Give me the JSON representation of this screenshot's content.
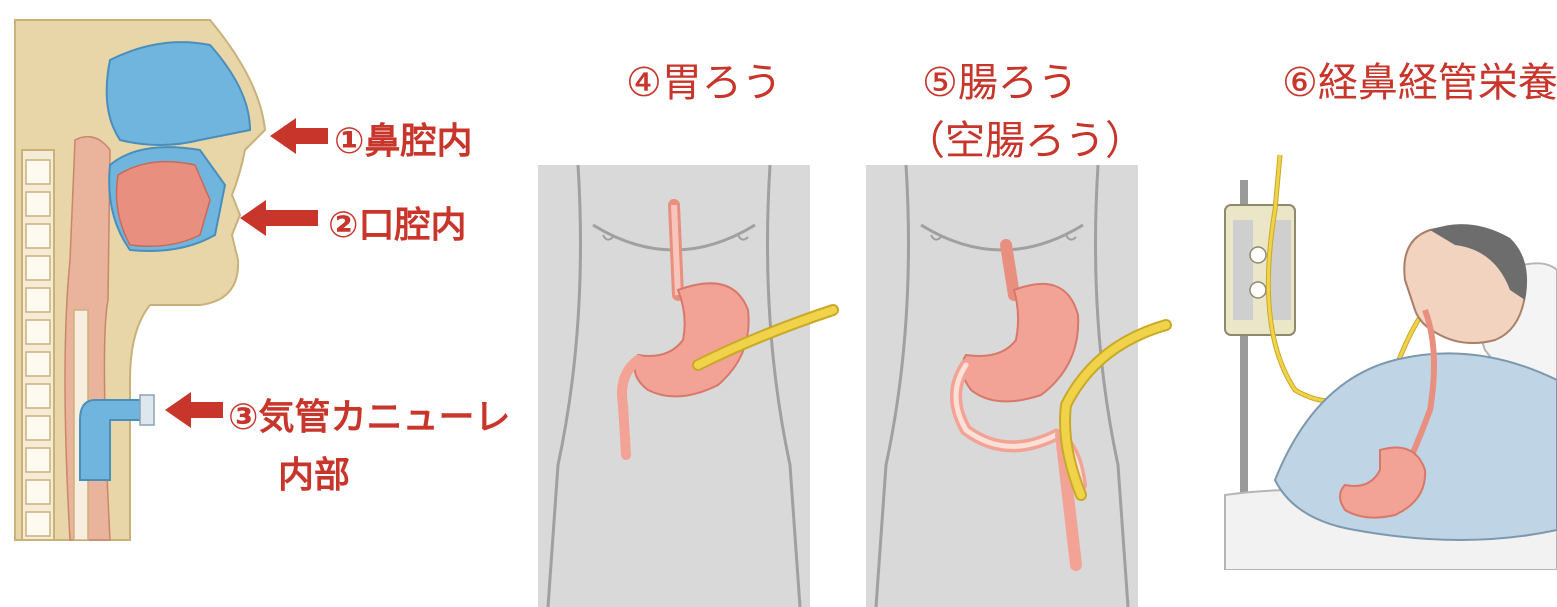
{
  "head_section": {
    "labels": {
      "nasal": "①鼻腔内",
      "oral": "②口腔内",
      "trach_line1": "③気管カニューレ",
      "trach_line2": "内部"
    }
  },
  "panels": {
    "gastrostomy": {
      "title": "④胃ろう"
    },
    "jejunostomy": {
      "title_line1": "⑤腸ろう",
      "title_line2": "（空腸ろう）"
    },
    "nasal_feeding": {
      "title": "⑥経鼻経管栄養"
    }
  },
  "colors": {
    "label_red": "#c8352a",
    "skin": "#e8d6a8",
    "airway_blue": "#6fb5dd",
    "mouth_pink": "#e88f7f",
    "stomach": "#f2a396",
    "tube_yellow": "#f1d34a",
    "body_gray": "#d9d9d9"
  }
}
